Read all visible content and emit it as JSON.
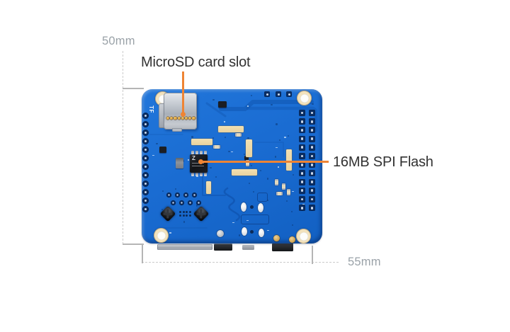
{
  "figure": {
    "type": "annotated hardware diagram of PCB back side"
  },
  "dimensions": {
    "height_label": "50mm",
    "width_label": "55mm"
  },
  "callouts": [
    {
      "id": "microsd",
      "label": "MicroSD card slot"
    },
    {
      "id": "spi_flash",
      "label": "16MB SPI Flash"
    }
  ],
  "board": {
    "sd_silkscreen": "TF",
    "chip_marking": "Z",
    "mounting_holes": 4,
    "sd_contacts": 8,
    "left_header_pins": 12,
    "gpio_rows": 12,
    "gpio_cols": 2,
    "top_edge_pads": 3
  },
  "colors": {
    "background": "#ffffff",
    "annotation_line": "#ee8434",
    "label_text": "#323232",
    "dim_text": "#9aa2a8",
    "dim_line": "#cbcbcb",
    "tick": "#b5b5b5",
    "pcb_blue": "#1a6cd2",
    "pcb_trace": "#0d4fa8",
    "pad_navy": "#0a2d62",
    "pad_center": "#cdd9ea",
    "pad_beige": "#e9d29e",
    "gold": "#d89e3e",
    "hole_ring": "#f2e2bd"
  }
}
